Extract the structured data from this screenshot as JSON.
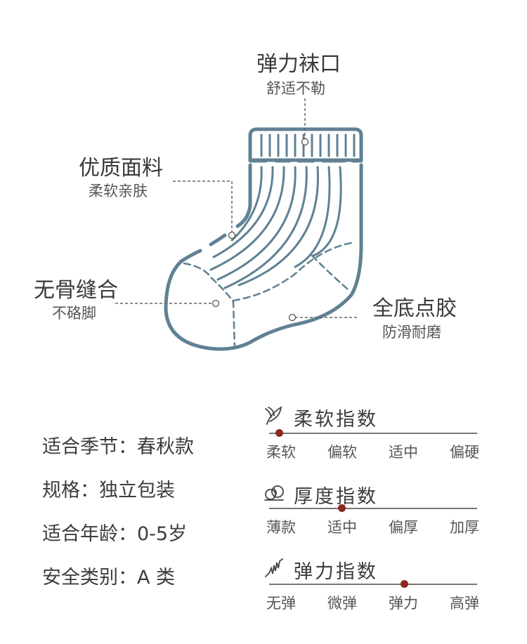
{
  "callouts": {
    "cuff": {
      "title": "弹力袜口",
      "subtitle": "舒适不勒"
    },
    "fabric": {
      "title": "优质面料",
      "subtitle": "柔软亲肤"
    },
    "seam": {
      "title": "无骨缝合",
      "subtitle": "不硌脚"
    },
    "sole": {
      "title": "全底点胶",
      "subtitle": "防滑耐磨"
    }
  },
  "specs": [
    {
      "label": "适合季节：",
      "value": "春秋款"
    },
    {
      "label": "规格：",
      "value": "独立包装"
    },
    {
      "label": "适合年龄：",
      "value": "0-5岁"
    },
    {
      "label": "安全类别：",
      "value": "A 类"
    }
  ],
  "indices": [
    {
      "title": "柔软指数",
      "icon": "feather-icon",
      "levels": [
        "柔软",
        "偏软",
        "适中",
        "偏硬"
      ],
      "selected_position": 0.05
    },
    {
      "title": "厚度指数",
      "icon": "yarn-icon",
      "levels": [
        "薄款",
        "适中",
        "偏厚",
        "加厚"
      ],
      "selected_position": 0.35
    },
    {
      "title": "弹力指数",
      "icon": "spring-icon",
      "levels": [
        "无弹",
        "微弹",
        "弹力",
        "高弹"
      ],
      "selected_position": 0.65
    }
  ],
  "colors": {
    "sock_outline": "#5f8193",
    "indicator_dot": "#8b2a1f",
    "text": "#3c3c3c"
  }
}
